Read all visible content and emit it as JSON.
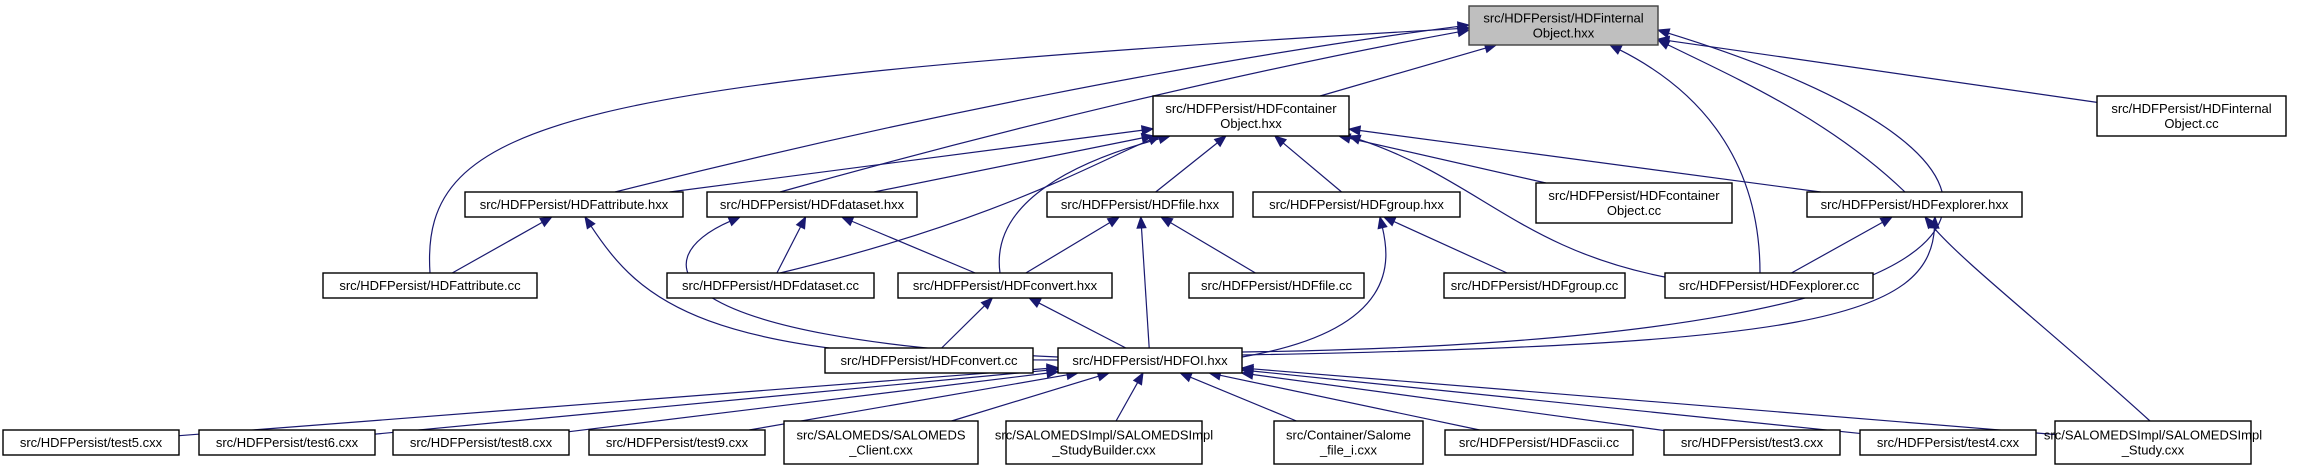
{
  "graph": {
    "title": "Include dependency graph (included-by) for src/HDFPersist/HDFinternalObject.hxx",
    "colors": {
      "edge": "#191970",
      "root_fill": "#bfbfbf",
      "node_fill": "#ffffff",
      "border": "#000000"
    },
    "nodes": [
      {
        "id": "internalObject_hxx",
        "lines": [
          "src/HDFPersist/HDFinternal",
          "Object.hxx"
        ],
        "root": true
      },
      {
        "id": "containerObject_hxx",
        "lines": [
          "src/HDFPersist/HDFcontainer",
          "Object.hxx"
        ]
      },
      {
        "id": "internalObject_cc",
        "lines": [
          "src/HDFPersist/HDFinternal",
          "Object.cc"
        ]
      },
      {
        "id": "attribute_hxx",
        "lines": [
          "src/HDFPersist/HDFattribute.hxx"
        ]
      },
      {
        "id": "dataset_hxx",
        "lines": [
          "src/HDFPersist/HDFdataset.hxx"
        ]
      },
      {
        "id": "file_hxx",
        "lines": [
          "src/HDFPersist/HDFfile.hxx"
        ]
      },
      {
        "id": "group_hxx",
        "lines": [
          "src/HDFPersist/HDFgroup.hxx"
        ]
      },
      {
        "id": "containerObject_cc",
        "lines": [
          "src/HDFPersist/HDFcontainer",
          "Object.cc"
        ]
      },
      {
        "id": "explorer_hxx",
        "lines": [
          "src/HDFPersist/HDFexplorer.hxx"
        ]
      },
      {
        "id": "attribute_cc",
        "lines": [
          "src/HDFPersist/HDFattribute.cc"
        ]
      },
      {
        "id": "dataset_cc",
        "lines": [
          "src/HDFPersist/HDFdataset.cc"
        ]
      },
      {
        "id": "convert_hxx",
        "lines": [
          "src/HDFPersist/HDFconvert.hxx"
        ]
      },
      {
        "id": "file_cc",
        "lines": [
          "src/HDFPersist/HDFfile.cc"
        ]
      },
      {
        "id": "group_cc",
        "lines": [
          "src/HDFPersist/HDFgroup.cc"
        ]
      },
      {
        "id": "explorer_cc",
        "lines": [
          "src/HDFPersist/HDFexplorer.cc"
        ]
      },
      {
        "id": "convert_cc",
        "lines": [
          "src/HDFPersist/HDFconvert.cc"
        ]
      },
      {
        "id": "OI_hxx",
        "lines": [
          "src/HDFPersist/HDFOI.hxx"
        ]
      },
      {
        "id": "test5",
        "lines": [
          "src/HDFPersist/test5.cxx"
        ]
      },
      {
        "id": "test6",
        "lines": [
          "src/HDFPersist/test6.cxx"
        ]
      },
      {
        "id": "test8",
        "lines": [
          "src/HDFPersist/test8.cxx"
        ]
      },
      {
        "id": "test9",
        "lines": [
          "src/HDFPersist/test9.cxx"
        ]
      },
      {
        "id": "salomeds_client",
        "lines": [
          "src/SALOMEDS/SALOMEDS",
          "_Client.cxx"
        ]
      },
      {
        "id": "studybuilder",
        "lines": [
          "src/SALOMEDSImpl/SALOMEDSImpl",
          "_StudyBuilder.cxx"
        ]
      },
      {
        "id": "salome_file",
        "lines": [
          "src/Container/Salome",
          "_file_i.cxx"
        ]
      },
      {
        "id": "ascii_cc",
        "lines": [
          "src/HDFPersist/HDFascii.cc"
        ]
      },
      {
        "id": "test3",
        "lines": [
          "src/HDFPersist/test3.cxx"
        ]
      },
      {
        "id": "test4",
        "lines": [
          "src/HDFPersist/test4.cxx"
        ]
      },
      {
        "id": "study",
        "lines": [
          "src/SALOMEDSImpl/SALOMEDSImpl",
          "_Study.cxx"
        ]
      }
    ],
    "edges": [
      {
        "from": "containerObject_hxx",
        "to": "internalObject_hxx"
      },
      {
        "from": "internalObject_cc",
        "to": "internalObject_hxx"
      },
      {
        "from": "attribute_hxx",
        "to": "internalObject_hxx"
      },
      {
        "from": "dataset_hxx",
        "to": "internalObject_hxx"
      },
      {
        "from": "attribute_cc",
        "to": "internalObject_hxx"
      },
      {
        "from": "explorer_hxx",
        "to": "internalObject_hxx"
      },
      {
        "from": "explorer_cc",
        "to": "internalObject_hxx"
      },
      {
        "from": "OI_hxx",
        "to": "internalObject_hxx"
      },
      {
        "from": "attribute_hxx",
        "to": "containerObject_hxx"
      },
      {
        "from": "dataset_hxx",
        "to": "containerObject_hxx"
      },
      {
        "from": "file_hxx",
        "to": "containerObject_hxx"
      },
      {
        "from": "group_hxx",
        "to": "containerObject_hxx"
      },
      {
        "from": "containerObject_cc",
        "to": "containerObject_hxx"
      },
      {
        "from": "explorer_hxx",
        "to": "containerObject_hxx"
      },
      {
        "from": "dataset_cc",
        "to": "containerObject_hxx"
      },
      {
        "from": "convert_hxx",
        "to": "containerObject_hxx"
      },
      {
        "from": "explorer_cc",
        "to": "containerObject_hxx"
      },
      {
        "from": "attribute_cc",
        "to": "attribute_hxx"
      },
      {
        "from": "OI_hxx",
        "to": "attribute_hxx"
      },
      {
        "from": "dataset_cc",
        "to": "dataset_hxx"
      },
      {
        "from": "convert_hxx",
        "to": "dataset_hxx"
      },
      {
        "from": "OI_hxx",
        "to": "dataset_hxx"
      },
      {
        "from": "convert_hxx",
        "to": "file_hxx"
      },
      {
        "from": "file_cc",
        "to": "file_hxx"
      },
      {
        "from": "OI_hxx",
        "to": "file_hxx"
      },
      {
        "from": "group_cc",
        "to": "group_hxx"
      },
      {
        "from": "OI_hxx",
        "to": "group_hxx"
      },
      {
        "from": "explorer_cc",
        "to": "explorer_hxx"
      },
      {
        "from": "OI_hxx",
        "to": "explorer_hxx"
      },
      {
        "from": "study",
        "to": "explorer_hxx"
      },
      {
        "from": "convert_cc",
        "to": "convert_hxx"
      },
      {
        "from": "OI_hxx",
        "to": "convert_hxx"
      },
      {
        "from": "test5",
        "to": "OI_hxx"
      },
      {
        "from": "test6",
        "to": "OI_hxx"
      },
      {
        "from": "test8",
        "to": "OI_hxx"
      },
      {
        "from": "test9",
        "to": "OI_hxx"
      },
      {
        "from": "salomeds_client",
        "to": "OI_hxx"
      },
      {
        "from": "studybuilder",
        "to": "OI_hxx"
      },
      {
        "from": "salome_file",
        "to": "OI_hxx"
      },
      {
        "from": "ascii_cc",
        "to": "OI_hxx"
      },
      {
        "from": "test3",
        "to": "OI_hxx"
      },
      {
        "from": "test4",
        "to": "OI_hxx"
      },
      {
        "from": "study",
        "to": "OI_hxx"
      }
    ]
  }
}
